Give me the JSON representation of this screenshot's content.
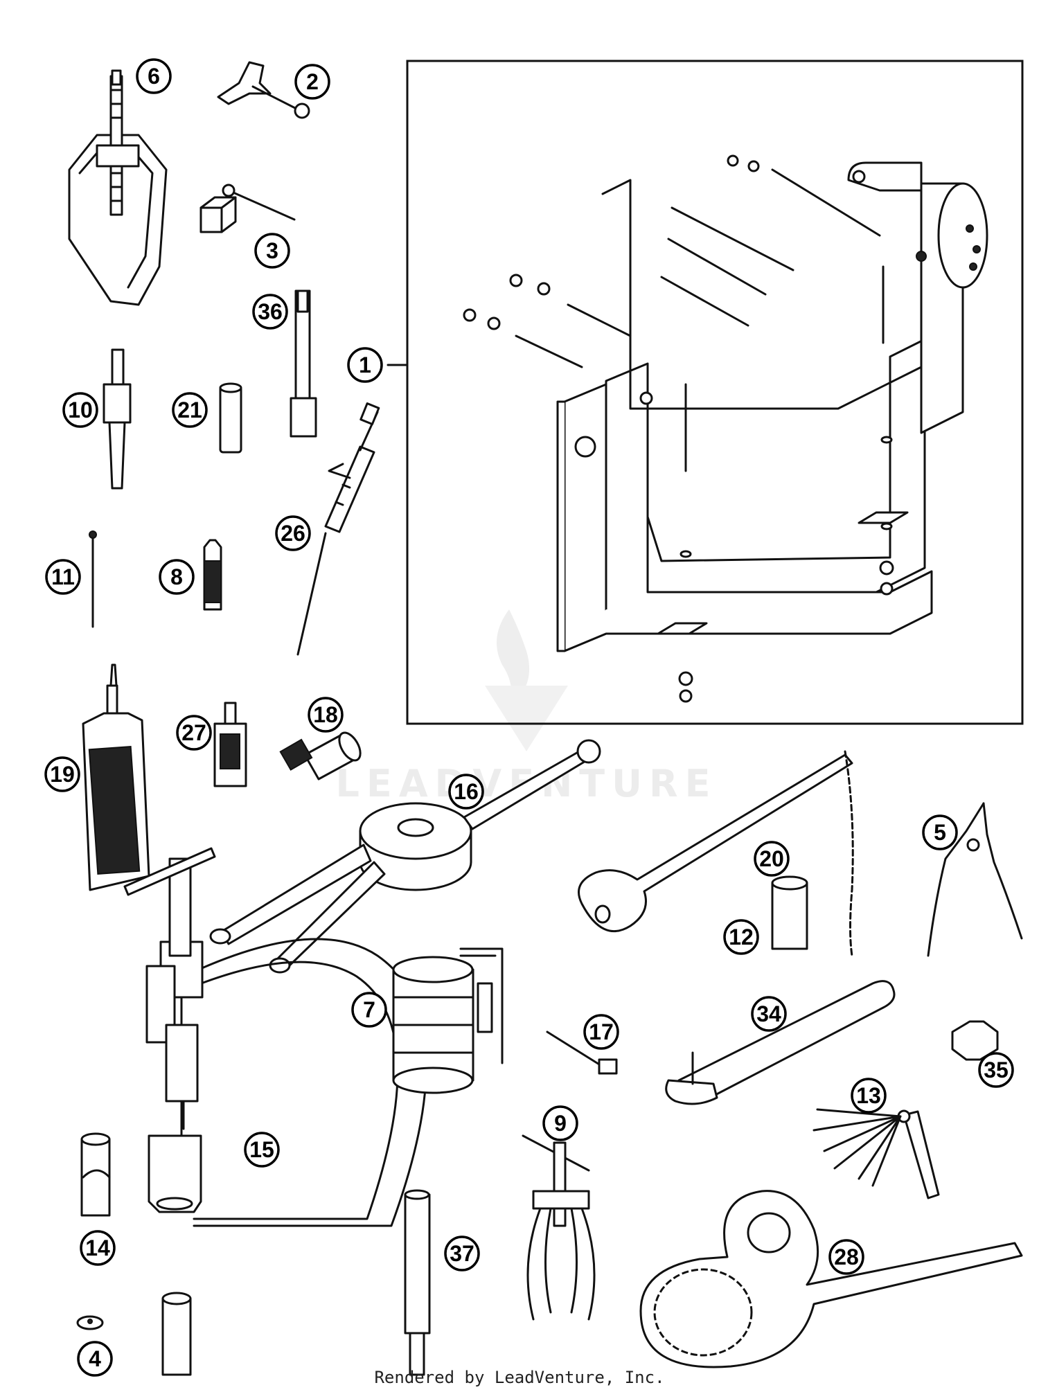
{
  "callouts": [
    {
      "id": "1",
      "label": "1"
    },
    {
      "id": "2",
      "label": "2"
    },
    {
      "id": "3",
      "label": "3"
    },
    {
      "id": "4",
      "label": "4"
    },
    {
      "id": "5",
      "label": "5"
    },
    {
      "id": "6",
      "label": "6"
    },
    {
      "id": "7",
      "label": "7"
    },
    {
      "id": "8",
      "label": "8"
    },
    {
      "id": "9",
      "label": "9"
    },
    {
      "id": "10",
      "label": "10"
    },
    {
      "id": "11",
      "label": "11"
    },
    {
      "id": "12",
      "label": "12"
    },
    {
      "id": "13",
      "label": "13"
    },
    {
      "id": "14",
      "label": "14"
    },
    {
      "id": "15",
      "label": "15"
    },
    {
      "id": "16",
      "label": "16"
    },
    {
      "id": "17",
      "label": "17"
    },
    {
      "id": "18",
      "label": "18"
    },
    {
      "id": "19",
      "label": "19"
    },
    {
      "id": "20",
      "label": "20"
    },
    {
      "id": "21",
      "label": "21"
    },
    {
      "id": "26",
      "label": "26"
    },
    {
      "id": "27",
      "label": "27"
    },
    {
      "id": "28",
      "label": "28"
    },
    {
      "id": "34",
      "label": "34"
    },
    {
      "id": "35",
      "label": "35"
    },
    {
      "id": "36",
      "label": "36"
    },
    {
      "id": "37",
      "label": "37"
    }
  ],
  "watermark": {
    "text": "LEADVENTURE"
  },
  "footer": {
    "text": "Rendered by LeadVenture, Inc."
  }
}
